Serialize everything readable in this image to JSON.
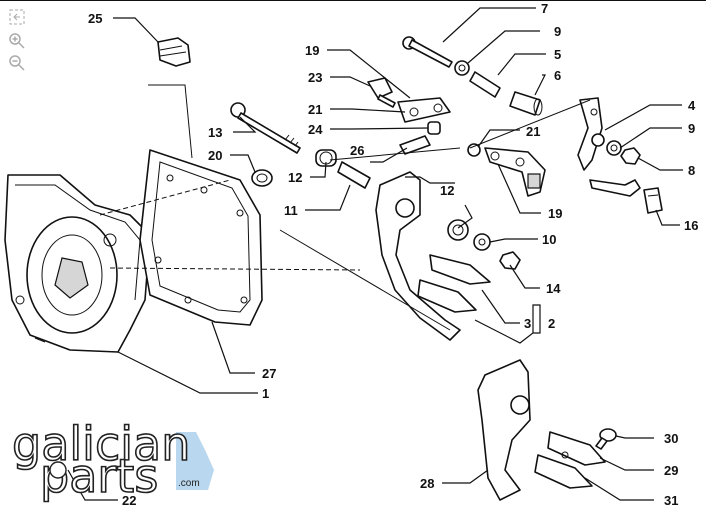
{
  "toolbar": {
    "fit_icon": "fit-screen-icon",
    "zoom_in_icon": "zoom-in-icon",
    "zoom_out_icon": "zoom-out-icon"
  },
  "logo": {
    "line1": "galician",
    "line2": "parts",
    "domain": ".com",
    "accent_color": "#b9d7ee"
  },
  "callouts": {
    "c1": "1",
    "c2": "2",
    "c3": "3",
    "c4": "4",
    "c5": "5",
    "c6": "6",
    "c7": "7",
    "c8": "8",
    "c9a": "9",
    "c9b": "9",
    "c10": "10",
    "c11": "11",
    "c12a": "12",
    "c12b": "12",
    "c13": "13",
    "c14": "14",
    "c16": "16",
    "c19a": "19",
    "c19b": "19",
    "c20": "20",
    "c21a": "21",
    "c21b": "21",
    "c22": "22",
    "c23": "23",
    "c24": "24",
    "c25": "25",
    "c26": "26",
    "c27": "27",
    "c28": "28",
    "c29": "29",
    "c30": "30",
    "c31": "31"
  }
}
